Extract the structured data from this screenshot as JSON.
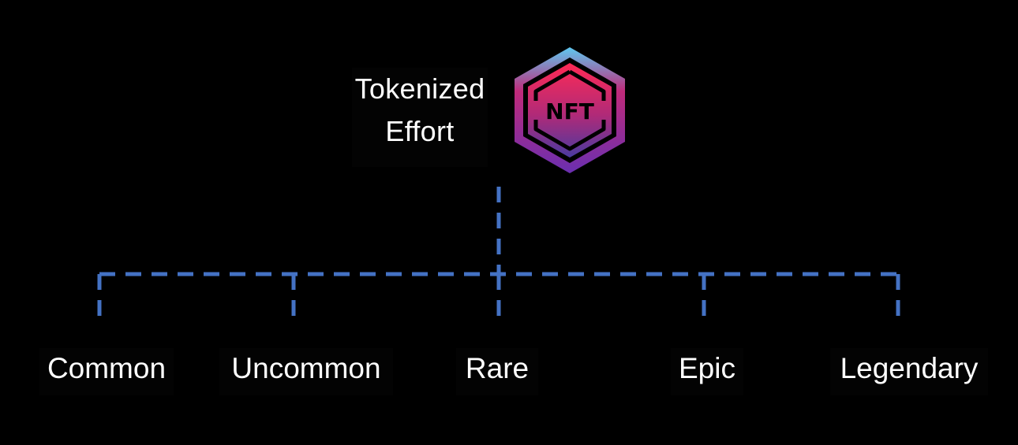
{
  "root": {
    "title_line1": "Tokenized",
    "title_line2": "Effort",
    "badge_text": "NFT"
  },
  "tiers": [
    {
      "label": "Common"
    },
    {
      "label": "Uncommon"
    },
    {
      "label": "Rare"
    },
    {
      "label": "Epic"
    },
    {
      "label": "Legendary"
    }
  ],
  "colors": {
    "background": "#000000",
    "connector": "#4472c4",
    "text": "#ffffff",
    "badge_gradient_top": "#ff2a55",
    "badge_gradient_bottom": "#4a3aa0",
    "badge_rim_top": "#5ec8f0",
    "badge_rim_bottom": "#6a2fb0"
  }
}
